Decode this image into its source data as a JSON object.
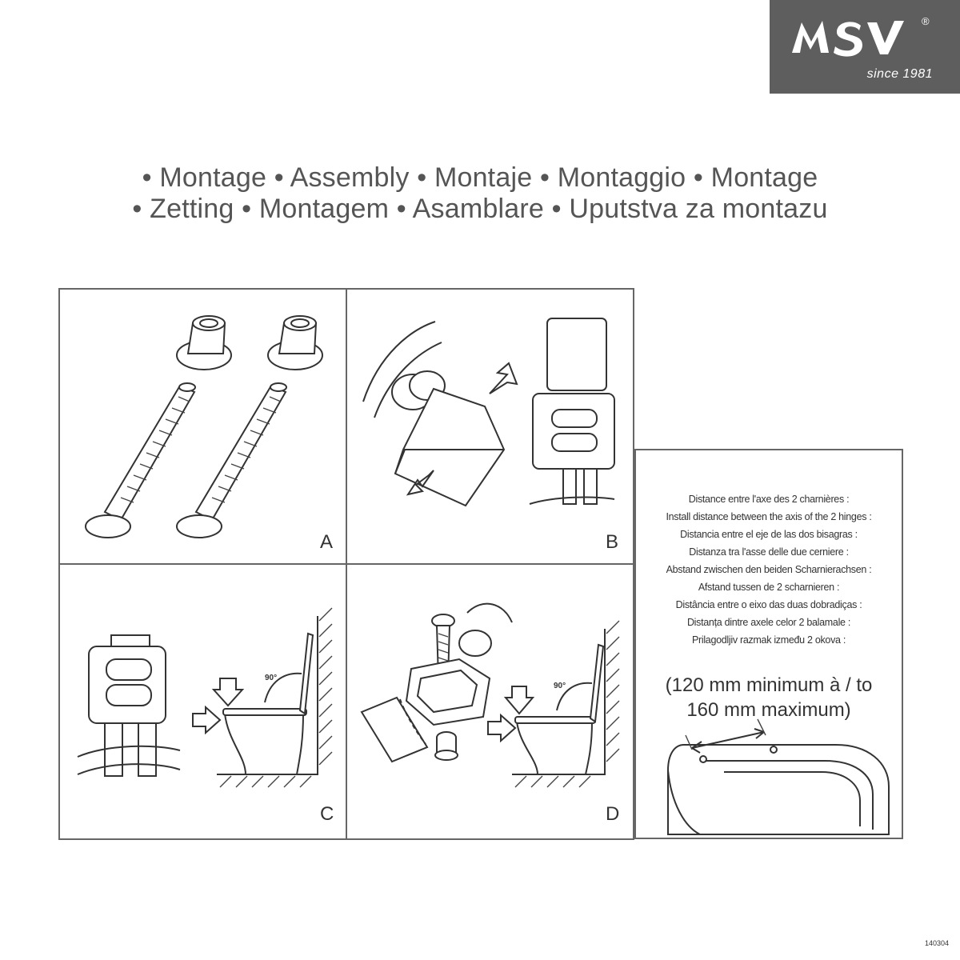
{
  "logo": {
    "brand": "MSV",
    "registered": "®",
    "tagline": "since 1981"
  },
  "headline": {
    "line1": "• Montage • Assembly • Montaje • Montaggio • Montage",
    "line2": "• Zetting • Montagem • Asamblare • Uputstva za montazu"
  },
  "panels": [
    {
      "label": "A",
      "icon": "hinge-parts-illustration"
    },
    {
      "label": "B",
      "icon": "hinge-attach-illustration"
    },
    {
      "label": "C",
      "icon": "seat-place-illustration",
      "angle": "90°"
    },
    {
      "label": "D",
      "icon": "bolt-tighten-illustration",
      "angle": "90°"
    }
  ],
  "info": {
    "lines": [
      "Distance entre l'axe des 2 charnières :",
      "Install distance between the axis of the 2 hinges :",
      "Distancia entre el eje de las dos bisagras :",
      "Distanza tra l'asse delle due cerniere :",
      "Abstand zwischen den beiden Scharnierachsen :",
      "Afstand tussen de 2 scharnieren :",
      "Distância entre o eixo das duas dobradiças :",
      "Distanța dintre axele celor 2 balamale :",
      "Prilagodljiv razmak između 2 okova :"
    ],
    "range_line1": "(120 mm minimum à / to",
    "range_line2": "160 mm maximum)"
  },
  "doc_number": "140304"
}
